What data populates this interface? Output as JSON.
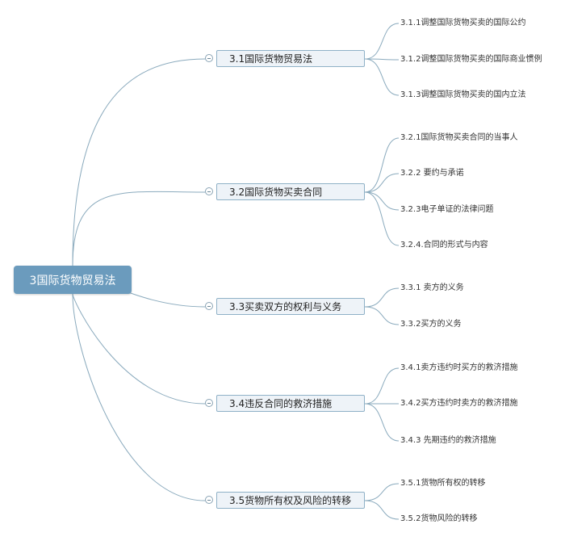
{
  "root": {
    "label": "3国际货物贸易法"
  },
  "branches": [
    {
      "label": "3.1国际货物贸易法",
      "children": [
        "3.1.1调整国际货物买卖的国际公约",
        "3.1.2调整国际货物买卖的国际商业惯例",
        "3.1.3调整国际货物买卖的国内立法"
      ]
    },
    {
      "label": "3.2国际货物买卖合同",
      "children": [
        "3.2.1国际货物买卖合同的当事人",
        "3.2.2 要约与承诺",
        "3.2.3电子单证的法律问题",
        "3.2.4.合同的形式与内容"
      ]
    },
    {
      "label": "3.3买卖双方的权利与义务",
      "children": [
        "3.3.1 卖方的义务",
        "3.3.2买方的义务"
      ]
    },
    {
      "label": "3.4违反合同的救济措施",
      "children": [
        "3.4.1卖方违约时买方的救济措施",
        "3.4.2买方违约时卖方的救济措施",
        "3.4.3 先期违约的救济措施"
      ]
    },
    {
      "label": "3.5货物所有权及风险的转移",
      "children": [
        "3.5.1货物所有权的转移",
        "3.5.2货物风险的转移"
      ]
    }
  ],
  "colors": {
    "root_fill": "#6b9bbd",
    "branch_fill": "#eef3f8",
    "branch_border": "#8fb1c7",
    "line": "#8aaabd"
  }
}
